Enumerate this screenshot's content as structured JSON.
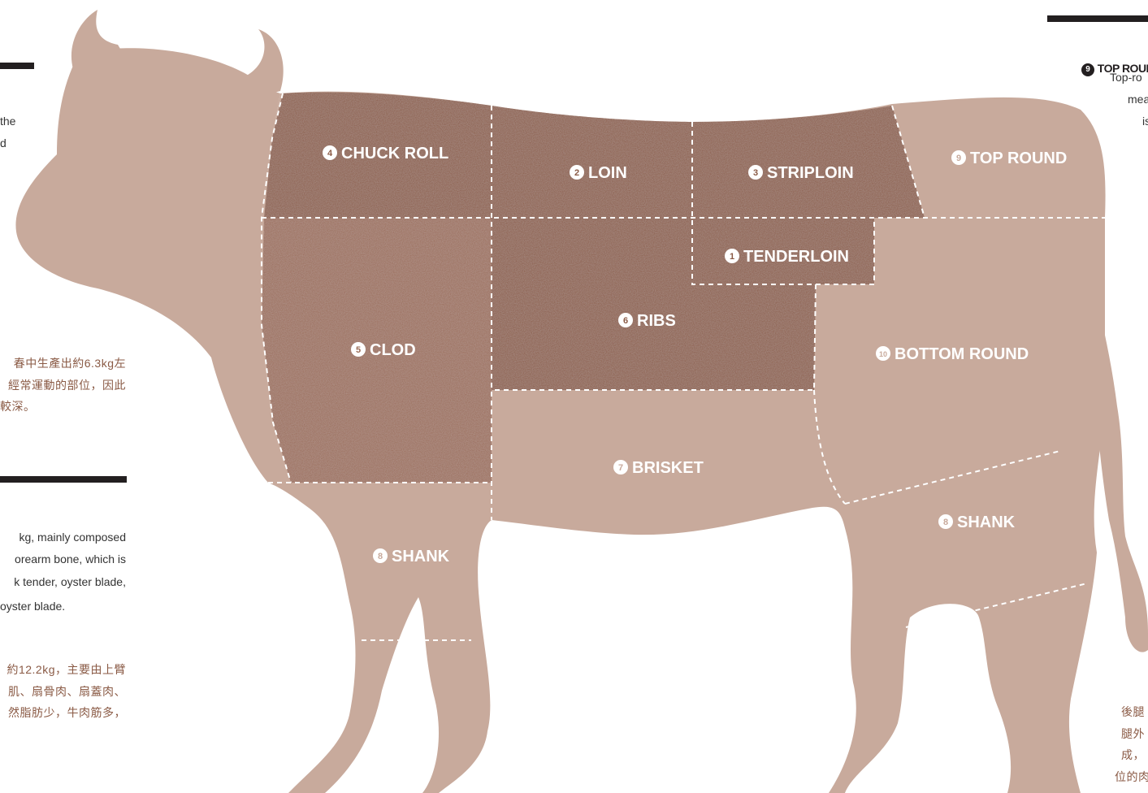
{
  "colors": {
    "body": "#c8aa9c",
    "cut_dark": "#8a5a45",
    "cut_mid": "#9a6b56",
    "line": "#ffffff",
    "bar": "#231f20",
    "accent_text": "#8a5a45"
  },
  "cuts": [
    {
      "id": "chuck_roll",
      "num": "4",
      "name": "CHUCK ROLL"
    },
    {
      "id": "loin",
      "num": "2",
      "name": "LOIN"
    },
    {
      "id": "striploin",
      "num": "3",
      "name": "STRIPLOIN"
    },
    {
      "id": "top_round",
      "num": "9",
      "name": "TOP ROUND"
    },
    {
      "id": "tenderloin",
      "num": "1",
      "name": "TENDERLOIN"
    },
    {
      "id": "clod",
      "num": "5",
      "name": "CLOD"
    },
    {
      "id": "ribs",
      "num": "6",
      "name": "RIBS"
    },
    {
      "id": "bottom_round",
      "num": "10",
      "name": "BOTTOM ROUND"
    },
    {
      "id": "brisket",
      "num": "7",
      "name": "BRISKET"
    },
    {
      "id": "shank_front",
      "num": "8",
      "name": "SHANK"
    },
    {
      "id": "shank_rear",
      "num": "8",
      "name": "SHANK"
    }
  ],
  "left_panel": {
    "en_top": [
      "the",
      "d"
    ],
    "cn_top": [
      "春中生產出約6.3kg左",
      "經常運動的部位，因此",
      "較深。"
    ],
    "en_bottom": [
      "kg, mainly composed",
      "orearm bone, which is",
      "k tender, oyster blade,",
      "oyster blade."
    ],
    "cn_bottom": [
      "約12.2kg，主要由上臂",
      "肌、扇骨肉、扇蓋肉、",
      "然脂肪少，牛肉筋多，"
    ]
  },
  "right_panel": {
    "heading_num": "9",
    "heading": "TOP ROUI",
    "en": [
      "Top-ro",
      "mea",
      "is"
    ],
    "cn": [
      "後腿",
      "腿外",
      "成，",
      "位的肉"
    ]
  }
}
